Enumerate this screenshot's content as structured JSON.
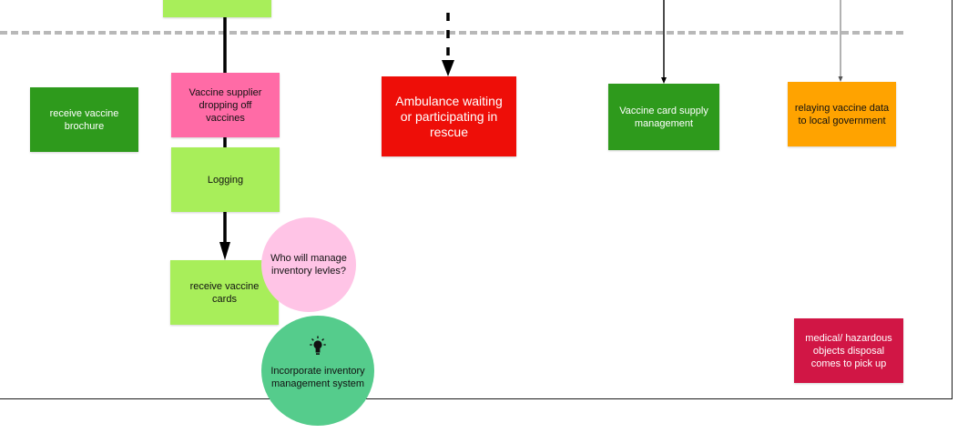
{
  "colors": {
    "dark_green": "#2e9a1c",
    "light_green": "#a8ee5a",
    "pink": "#ff6ba6",
    "red": "#ee0e08",
    "orange": "#ffa300",
    "crimson": "#d11645",
    "light_pink": "#ffc4e6",
    "teal_green": "#55cc8c",
    "line": "#000000",
    "divider": "#b8b8b8"
  },
  "icons": {
    "idea": "lightbulb-icon"
  },
  "notes": {
    "top_stub": "",
    "receive_brochure": "receive vaccine brochure",
    "supplier_dropoff": "Vaccine supplier dropping off vaccines",
    "logging": "Logging",
    "receive_cards": "receive vaccine cards",
    "ambulance": "Ambulance waiting or participating in rescue",
    "card_supply": "Vaccine card supply management",
    "relaying_data": "relaying vaccine data to local government",
    "disposal": "medical/ hazardous objects disposal comes to pick up"
  },
  "bubbles": {
    "question": "Who will manage inventory levles?",
    "idea": "Incorporate inventory management system"
  }
}
